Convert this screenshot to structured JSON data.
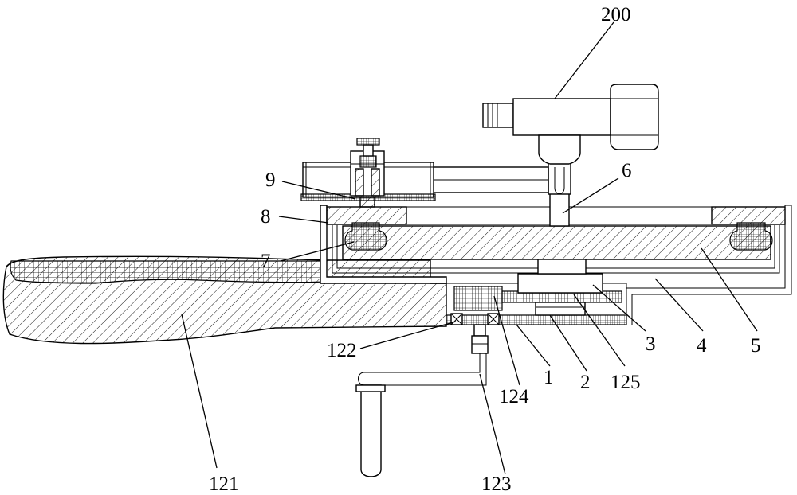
{
  "labels": {
    "l200": "200",
    "l6": "6",
    "l9": "9",
    "l8": "8",
    "l7": "7",
    "l121": "121",
    "l122": "122",
    "l123": "123",
    "l124": "124",
    "l1": "1",
    "l2": "2",
    "l125": "125",
    "l3": "3",
    "l4": "4",
    "l5": "5"
  }
}
